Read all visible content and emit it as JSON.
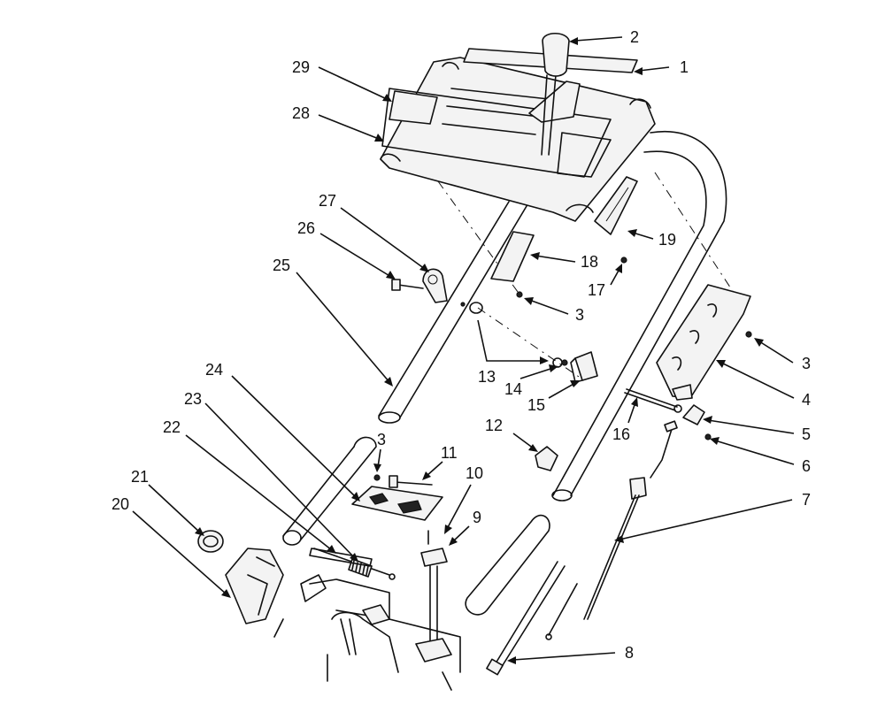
{
  "callouts": [
    {
      "id": "c1",
      "label": "1"
    },
    {
      "id": "c2",
      "label": "2"
    },
    {
      "id": "c3a",
      "label": "3"
    },
    {
      "id": "c3b",
      "label": "3"
    },
    {
      "id": "c3c",
      "label": "3"
    },
    {
      "id": "c4",
      "label": "4"
    },
    {
      "id": "c5",
      "label": "5"
    },
    {
      "id": "c6",
      "label": "6"
    },
    {
      "id": "c7",
      "label": "7"
    },
    {
      "id": "c8",
      "label": "8"
    },
    {
      "id": "c9",
      "label": "9"
    },
    {
      "id": "c10",
      "label": "10"
    },
    {
      "id": "c11",
      "label": "11"
    },
    {
      "id": "c12",
      "label": "12"
    },
    {
      "id": "c13",
      "label": "13"
    },
    {
      "id": "c14",
      "label": "14"
    },
    {
      "id": "c15",
      "label": "15"
    },
    {
      "id": "c16",
      "label": "16"
    },
    {
      "id": "c17",
      "label": "17"
    },
    {
      "id": "c18",
      "label": "18"
    },
    {
      "id": "c19",
      "label": "19"
    },
    {
      "id": "c20",
      "label": "20"
    },
    {
      "id": "c21",
      "label": "21"
    },
    {
      "id": "c22",
      "label": "22"
    },
    {
      "id": "c23",
      "label": "23"
    },
    {
      "id": "c24",
      "label": "24"
    },
    {
      "id": "c25",
      "label": "25"
    },
    {
      "id": "c26",
      "label": "26"
    },
    {
      "id": "c27",
      "label": "27"
    },
    {
      "id": "c28",
      "label": "28"
    },
    {
      "id": "c29",
      "label": "29"
    }
  ]
}
